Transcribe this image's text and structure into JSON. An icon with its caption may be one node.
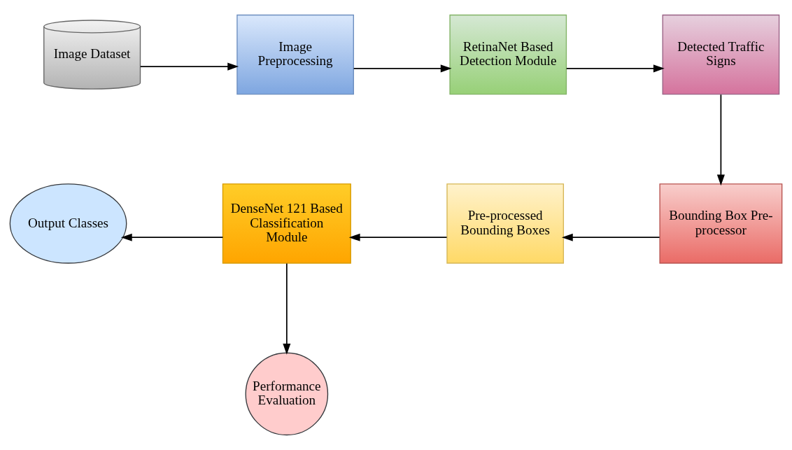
{
  "diagram": {
    "nodes": [
      {
        "text": [
          "Image Dataset"
        ]
      },
      {
        "text": [
          "Image Preprocessing"
        ]
      },
      {
        "text": [
          "RetinaNet Based Detection Module"
        ]
      },
      {
        "text": [
          "Detected Traffic Signs"
        ]
      },
      {
        "text": [
          "Bounding Box Pre-processor"
        ]
      },
      {
        "text": [
          "Pre-processed Bounding Boxes"
        ]
      },
      {
        "text": [
          "DenseNet 121 Based Classification Module"
        ]
      },
      {
        "text": [
          "Output Classes"
        ]
      },
      {
        "text": [
          "Performance Evaluation"
        ]
      }
    ],
    "edges": [
      {
        "from": 0,
        "to": 1,
        "arrow": "to"
      },
      {
        "from": 1,
        "to": 2,
        "arrow": "to"
      },
      {
        "from": 2,
        "to": 3,
        "arrow": "to"
      },
      {
        "from": 3,
        "to": 4,
        "arrow": "to"
      },
      {
        "from": 4,
        "to": 5,
        "arrow": "to"
      },
      {
        "from": 5,
        "to": 6,
        "arrow": "to"
      },
      {
        "from": 6,
        "to": 7,
        "arrow": "to"
      },
      {
        "from": 6,
        "to": 8,
        "arrow": "to"
      }
    ]
  }
}
